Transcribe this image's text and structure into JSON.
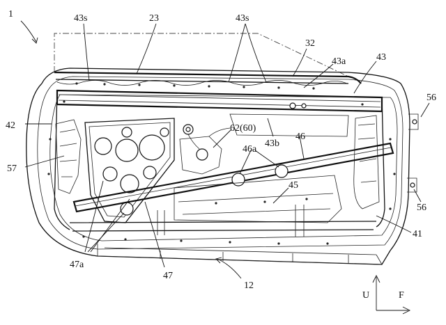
{
  "labels": {
    "l1": "1",
    "l23": "23",
    "l43s_left": "43s",
    "l43s_right": "43s",
    "l32": "32",
    "l43a": "43a",
    "l43": "43",
    "l56_top": "56",
    "l42": "42",
    "l62": "62(60)",
    "l43b": "43b",
    "l46": "46",
    "l46a": "46a",
    "l57": "57",
    "l45": "45",
    "l56_bottom": "56",
    "l41": "41",
    "l47a": "47a",
    "l47": "47",
    "l12": "12"
  },
  "axes": {
    "up": "U",
    "front": "F"
  }
}
